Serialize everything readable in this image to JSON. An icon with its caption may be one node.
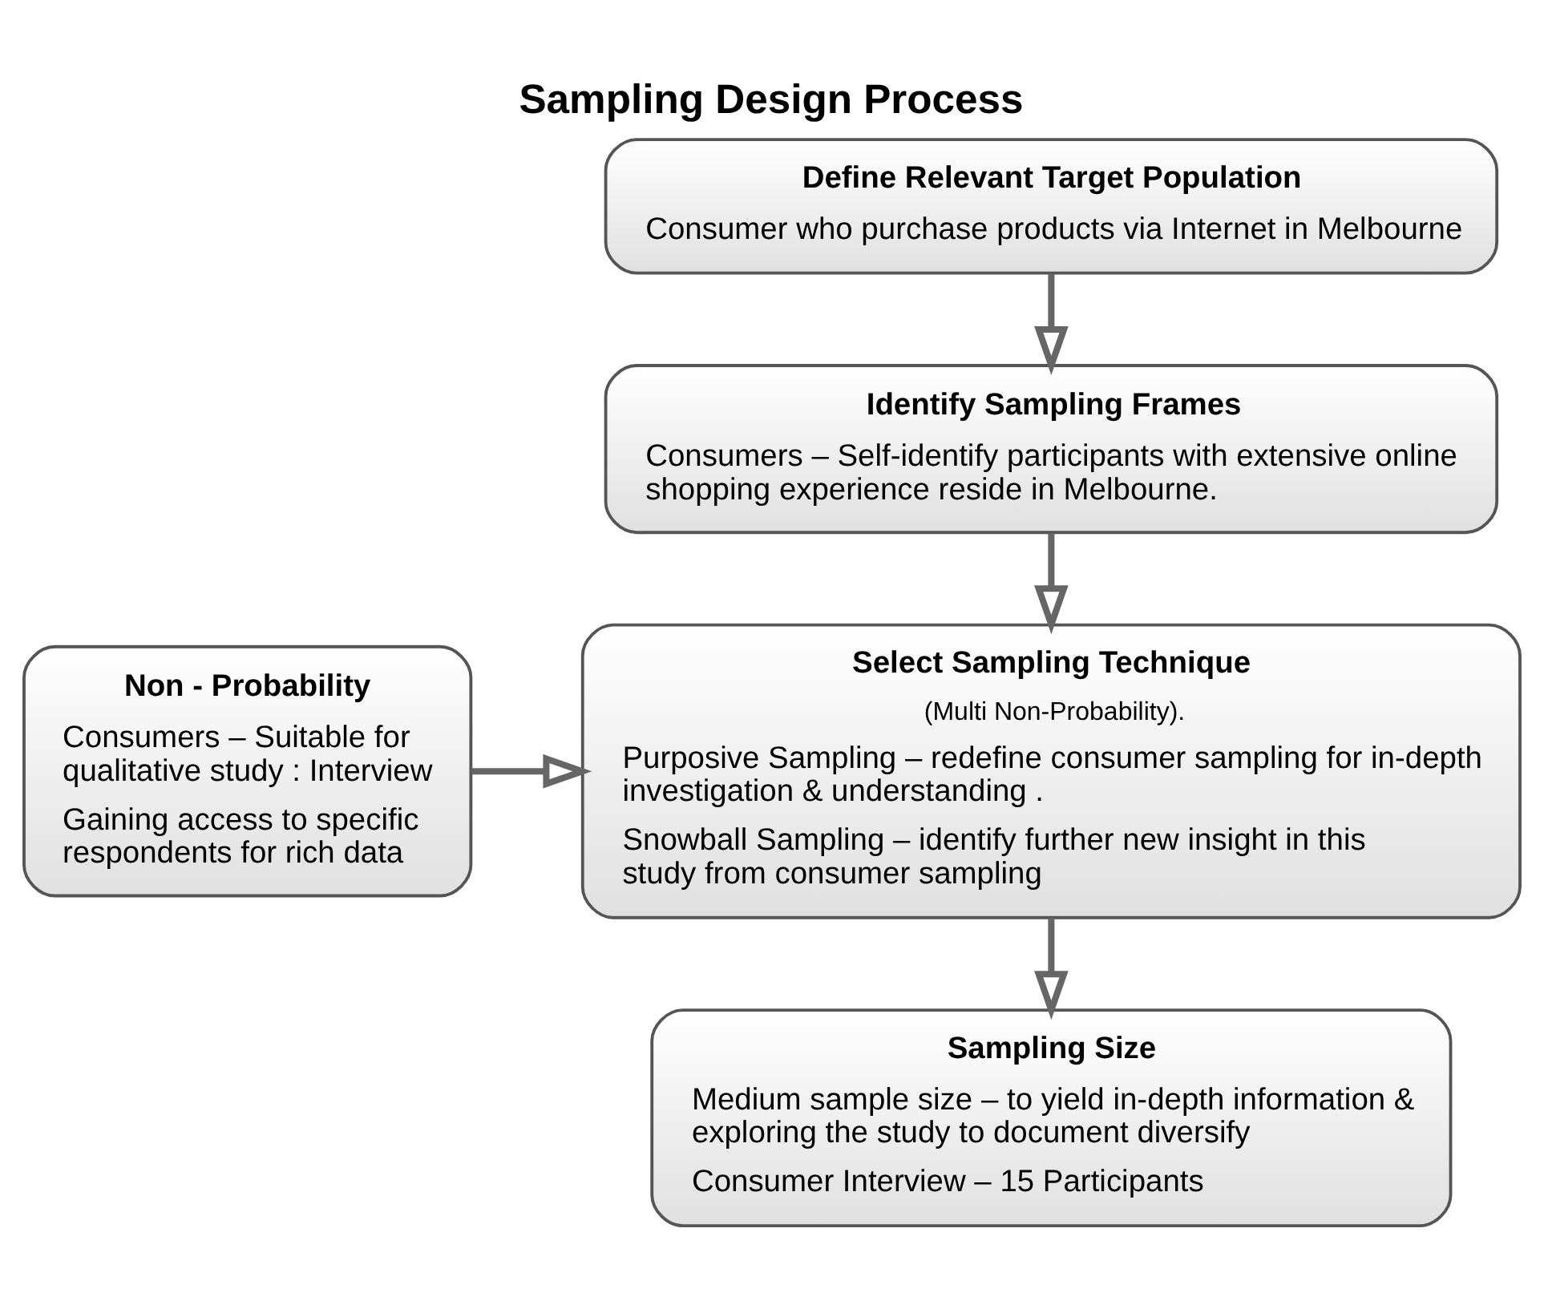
{
  "diagram": {
    "title": "Sampling Design Process",
    "nodes": [
      {
        "text": [
          "Define Relevant Target Population",
          "Consumer who purchase products via Internet in Melbourne"
        ]
      },
      {
        "text": [
          "Identify Sampling Frames",
          "Consumers – Self-identify participants with extensive online shopping experience reside in Melbourne."
        ]
      },
      {
        "text": [
          "Select Sampling Technique",
          "(Multi Non-Probability).",
          "Purposive Sampling – redefine consumer sampling for in-depth investigation & understanding .",
          "Snowball Sampling – identify further new insight in this study from consumer sampling"
        ]
      },
      {
        "text": [
          "Non - Probability",
          "Consumers – Suitable for qualitative study : Interview",
          "Gaining access to specific respondents for rich data"
        ]
      },
      {
        "text": [
          "Sampling Size",
          "Medium sample size – to yield in-depth information & exploring the study to document diversify",
          "Consumer Interview – 15 Participants"
        ]
      }
    ],
    "edges": [
      {
        "from": 0,
        "to": 1,
        "arrow": "to"
      },
      {
        "from": 1,
        "to": 2,
        "arrow": "to"
      },
      {
        "from": 3,
        "to": 2,
        "arrow": "to"
      },
      {
        "from": 2,
        "to": 4,
        "arrow": "to"
      }
    ]
  }
}
